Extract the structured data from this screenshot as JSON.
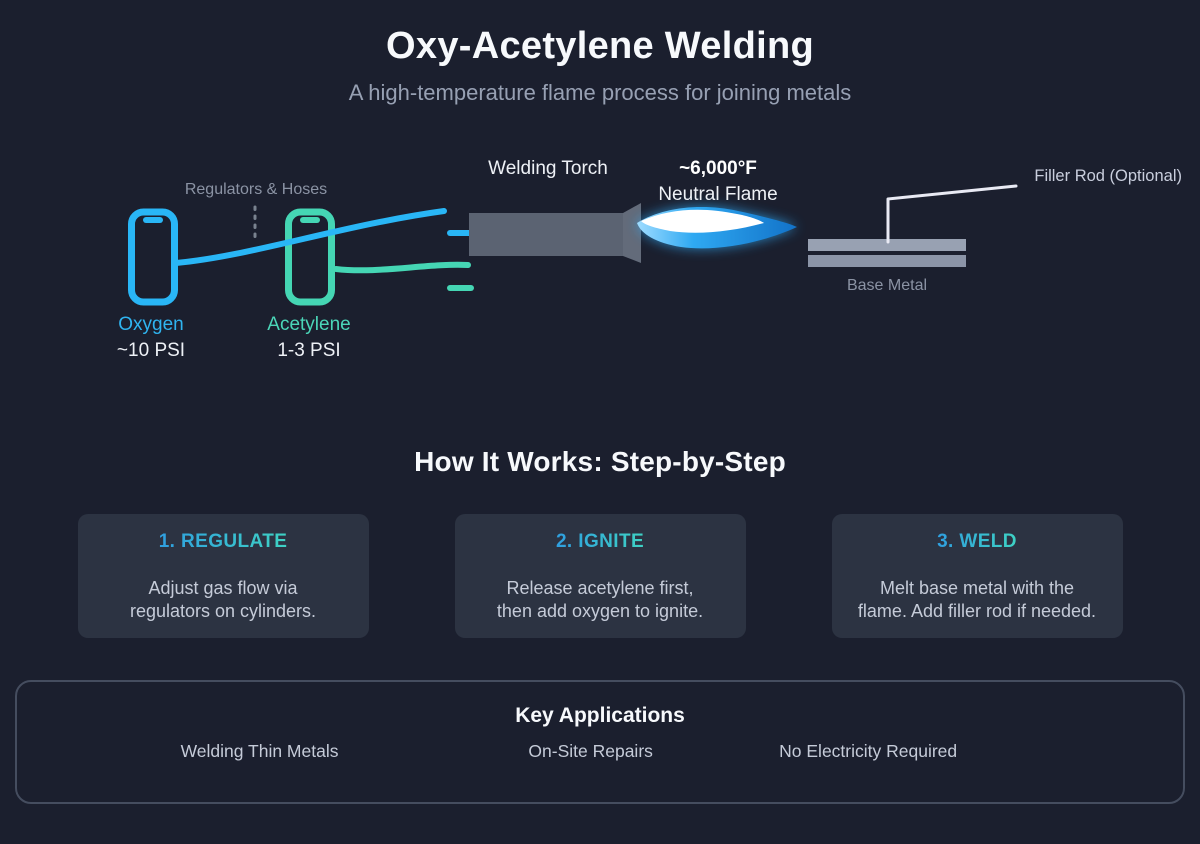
{
  "colors": {
    "background": "#1b1f2e",
    "card_background": "#2c3342",
    "oxygen_blue": "#29b6f6",
    "acetylene_teal": "#45d6b4",
    "torch_gray": "#5b6372",
    "metal_gray": "#98a1b2",
    "flame_blue": "#29a8f2",
    "step_title_gradient_start": "#2f9fe0",
    "step_title_gradient_end": "#3ed2c4",
    "muted_text": "#8b93a4",
    "body_text": "#c5cbd8"
  },
  "header": {
    "title": "Oxy-Acetylene Welding",
    "subtitle": "A high-temperature flame process for joining metals"
  },
  "diagram": {
    "regulators_label": "Regulators & Hoses",
    "torch_label": "Welding Torch",
    "flame_temp": "~6,000°F",
    "flame_type": "Neutral Flame",
    "filler_rod_label": "Filler Rod (Optional)",
    "base_metal_label": "Base Metal",
    "cylinders": [
      {
        "name": "Oxygen",
        "pressure": "~10 PSI",
        "color": "#29b6f6"
      },
      {
        "name": "Acetylene",
        "pressure": "1-3 PSI",
        "color": "#45d6b4"
      }
    ]
  },
  "steps_section": {
    "heading": "How It Works: Step-by-Step",
    "steps": [
      {
        "title": "1. REGULATE",
        "description": "Adjust gas flow via\nregulators on cylinders."
      },
      {
        "title": "2. IGNITE",
        "description": "Release acetylene first,\nthen add oxygen to ignite."
      },
      {
        "title": "3. WELD",
        "description": "Melt base metal with the\nflame. Add filler rod if needed."
      }
    ]
  },
  "applications": {
    "heading": "Key Applications",
    "items": [
      "Welding Thin Metals",
      "On-Site Repairs",
      "No Electricity Required"
    ]
  }
}
